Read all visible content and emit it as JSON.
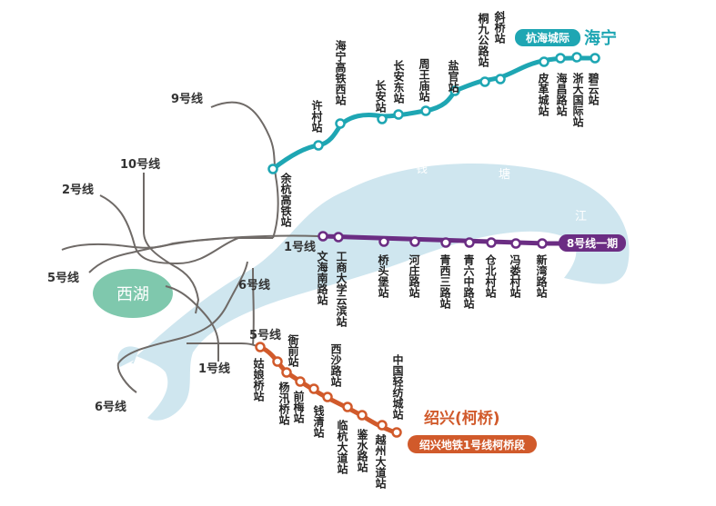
{
  "colors": {
    "river": "#cfe6ef",
    "lake": "#7fc8ad",
    "grey_line": "#6f6a67",
    "haining": "#1ea6b3",
    "line8": "#6b2d83",
    "shaoxing": "#d15a2b"
  },
  "lake_label": "西湖",
  "river_chars": [
    "钱",
    "塘",
    "江"
  ],
  "grey_lines": [
    {
      "name": "9号线"
    },
    {
      "name": "10号线"
    },
    {
      "name": "2号线"
    },
    {
      "name": "5号线"
    },
    {
      "name": "6号线"
    },
    {
      "name": "5号线"
    },
    {
      "name": "1号线"
    },
    {
      "name": "6号线"
    },
    {
      "name": "1号线"
    }
  ],
  "haining_line": {
    "badge": "杭海城际",
    "city": "海宁",
    "stations": [
      "余杭高铁站",
      "许村站",
      "海宁高铁西站",
      "长安站",
      "长安东站",
      "周王庙站",
      "盐官站",
      "桐九公路站",
      "斜桥站",
      "皮革城站",
      "海昌路站",
      "浙大国际站",
      "碧云站"
    ]
  },
  "line8": {
    "badge": "8号线一期",
    "stations": [
      "文海南路站",
      "工商大学云滨站",
      "桥头堡站",
      "河庄路站",
      "青西三路站",
      "青六中路站",
      "仓北村站",
      "冯娄村站",
      "新湾路站"
    ]
  },
  "shaoxing_line": {
    "badge": "绍兴地铁1号线柯桥段",
    "city": "绍兴(柯桥)",
    "stations": [
      "姑娘桥站",
      "衙前站",
      "杨汛桥站",
      "前梅站",
      "西沙路站",
      "钱清站",
      "临杭大道站",
      "鉴水路站",
      "中国轻纺城站",
      "越州大道站"
    ]
  }
}
